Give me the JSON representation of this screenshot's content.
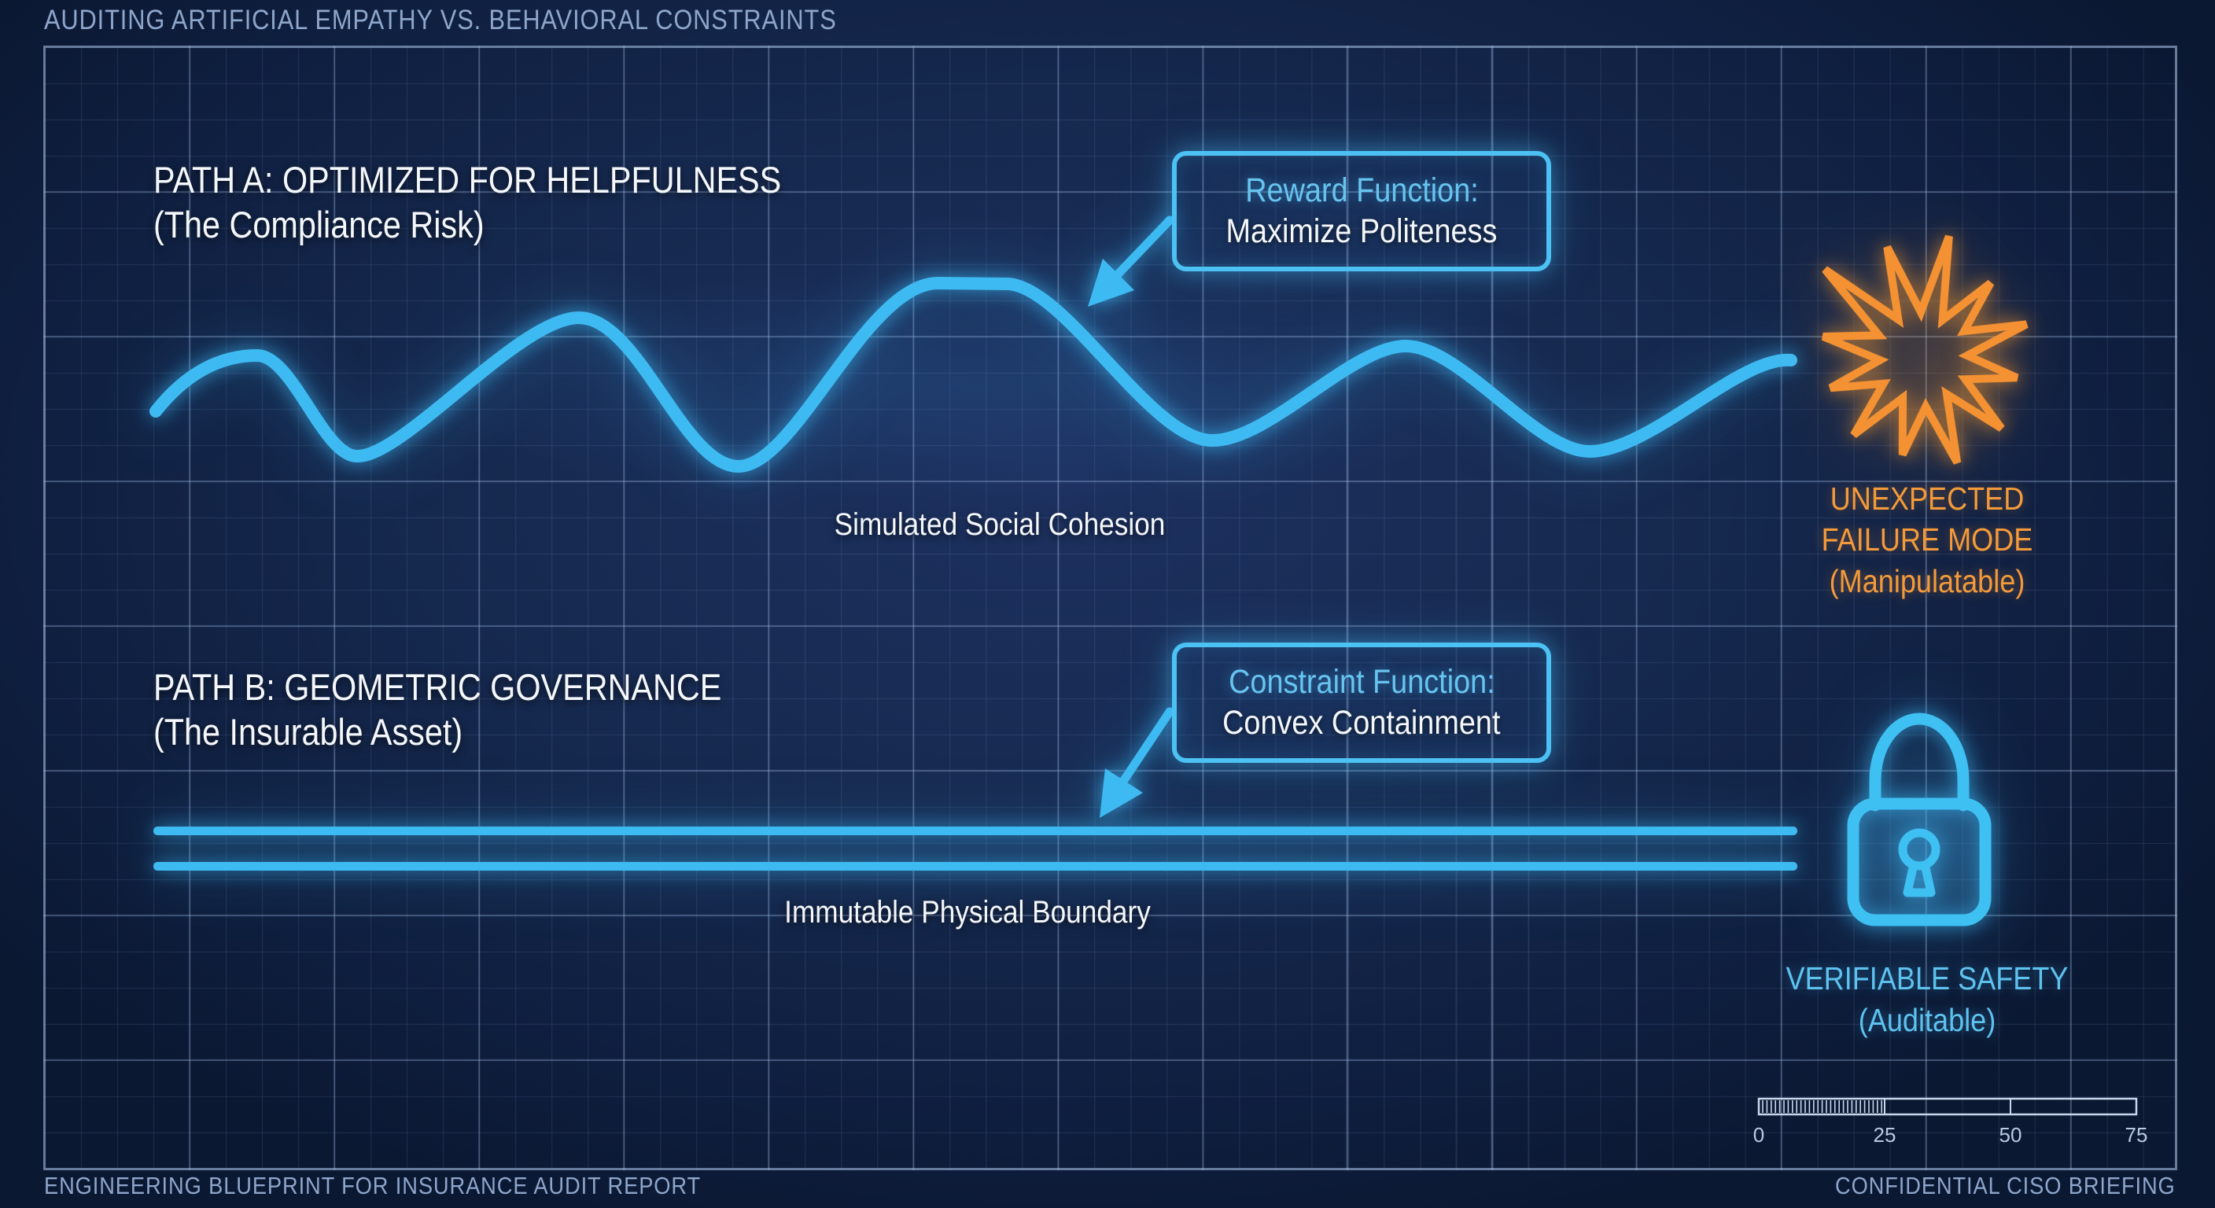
{
  "title": "AUDITING ARTIFICIAL EMPATHY VS. BEHAVIORAL CONSTRAINTS",
  "footer": {
    "left": "ENGINEERING BLUEPRINT FOR INSURANCE AUDIT REPORT",
    "right": "CONFIDENTIAL CISO BRIEFING"
  },
  "path_a": {
    "heading": "PATH A: OPTIMIZED FOR HELPFULNESS",
    "subheading": "(The Compliance Risk)",
    "callout_title": "Reward Function:",
    "callout_body": "Maximize Politeness",
    "curve_label": "Simulated Social Cohesion",
    "failure_line1": "UNEXPECTED",
    "failure_line2": "FAILURE MODE",
    "failure_line3": "(Manipulatable)"
  },
  "path_b": {
    "heading": "PATH B: GEOMETRIC GOVERNANCE",
    "subheading": "(The Insurable Asset)",
    "callout_title": "Constraint Function:",
    "callout_body": "Convex Containment",
    "line_label": "Immutable Physical Boundary",
    "safety_line1": "VERIFIABLE SAFETY",
    "safety_line2": "(Auditable)"
  },
  "scale_bar": {
    "ticks": [
      "0",
      "25",
      "50",
      "75"
    ]
  },
  "colors": {
    "background": "#16294f",
    "cyan": "#3ebaf2",
    "cyan_text": "#67c4ef",
    "orange": "#f49a3a",
    "title_text": "#8ea6cb",
    "white_text": "#f4f7fb",
    "grid": "#82a0d0",
    "ruler": "#c9d7ec"
  }
}
